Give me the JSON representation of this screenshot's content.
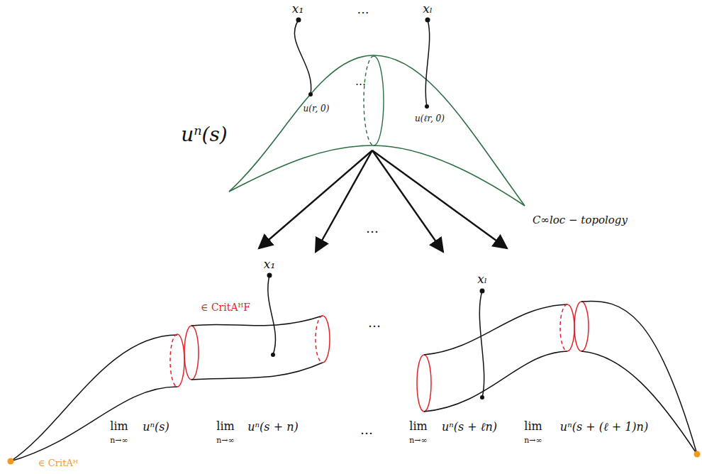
{
  "diagram": {
    "labels": [
      "x₁",
      "…",
      "xₗ",
      "uⁿ(s)",
      "u(r, 0)",
      "⋯",
      "u(ℓr, 0)",
      "…",
      "C∞loc − topology",
      "x₁",
      "xₗ",
      "∈ CritAᴴF",
      "…",
      "lim",
      "n→∞",
      "uⁿ(s)",
      "lim",
      "n→∞",
      "uⁿ(s + n)",
      "…",
      "lim",
      "n→∞",
      "uⁿ(s + ℓn)",
      "lim",
      "n→∞",
      "uⁿ(s + (ℓ + 1)n)",
      "∈ CritAᴴ"
    ]
  }
}
